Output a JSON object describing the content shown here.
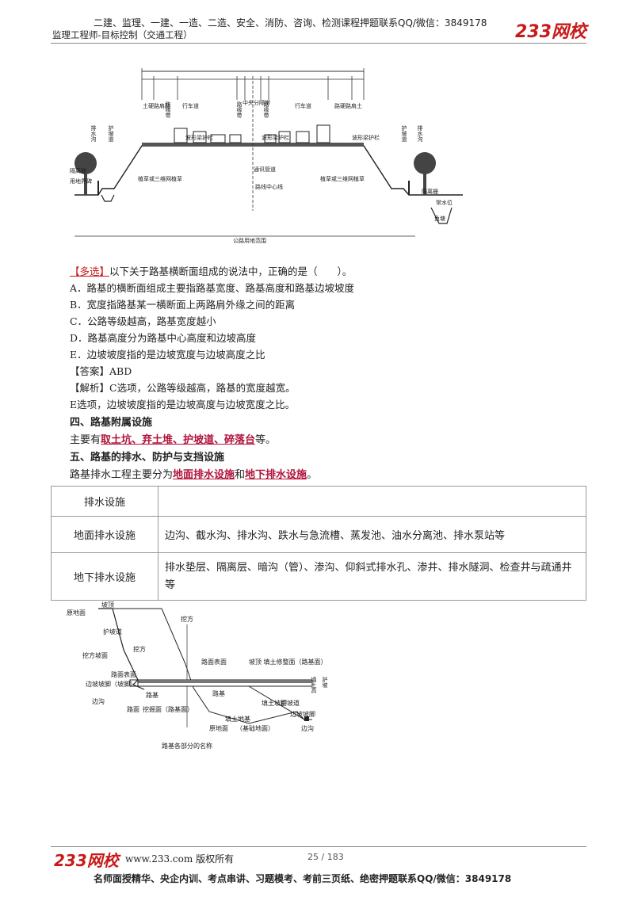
{
  "header": {
    "banner": "二建、监理、一建、一造、二造、安全、消防、咨询、检测课程押题联系QQ/微信：3849178",
    "subtitle": "监理工程师-目标控制（交通工程）",
    "logo": "233网校"
  },
  "figure1": {
    "labels": {
      "shoulder_l": "土硬路肩路",
      "edge_l": "路缘带",
      "lane_l": "行车道",
      "edge_ml": "路缘带",
      "median": "中央分隔带",
      "edge_mr": "路缘带",
      "lane_r": "行车道",
      "shoulder_r": "路硬路肩土",
      "ditch_l": "排水沟",
      "berm_l": "护坡道",
      "berm_r": "护坡道",
      "ditch_r": "排水沟",
      "guard_l": "波形梁护栏",
      "guard_m": "波形梁护栏",
      "guard_r": "波形梁护栏",
      "fence": "隔离栅",
      "land_pile": "用地界碑",
      "grass_l": "植草或三维网植草",
      "cable": "通讯管道",
      "centerline": "路线中心线",
      "grass_r": "植草或三维网植草",
      "fence_r": "隔离栅",
      "water": "常水位",
      "pond": "鱼塘",
      "range": "公路用地范围"
    }
  },
  "question": {
    "tag": "【多选】",
    "stem": "以下关于路基横断面组成的说法中，正确的是（　　）。",
    "options": [
      "A．路基的横断面组成主要指路基宽度、路基高度和路基边坡坡度",
      "B．宽度指路基某一横断面上两路肩外缘之间的距离",
      "C．公路等级越高，路基宽度越小",
      "D．路基高度分为路基中心高度和边坡高度",
      "E．边坡坡度指的是边坡宽度与边坡高度之比"
    ],
    "answer": "【答案】ABD",
    "analysis1": "【解析】C选项，公路等级越高，路基的宽度越宽。",
    "analysis2": "E选项，边坡坡度指的是边坡高度与边坡宽度之比。"
  },
  "section4": {
    "title": "四、路基附属设施",
    "pre": "主要有",
    "items": "取土坑、弃土堆、护坡道、碎落台",
    "post": "等。"
  },
  "section5": {
    "title": "五、路基的排水、防护与支挡设施",
    "pre": "路基排水工程主要分为",
    "a": "地面排水设施",
    "mid": "和",
    "b": "地下排水设施",
    "post": "。"
  },
  "table": {
    "header": [
      "排水设施",
      ""
    ],
    "rows": [
      [
        "地面排水设施",
        "边沟、截水沟、排水沟、跌水与急流槽、蒸发池、油水分离池、排水泵站等"
      ],
      [
        "地下排水设施",
        "排水垫层、隔离层、暗沟（管）、渗沟、仰斜式排水孔、渗井、排水隧洞、检查井与疏通井等"
      ]
    ]
  },
  "figure2": {
    "labels": {
      "top": "坡顶",
      "ground": "原地面",
      "berm": "护坡道",
      "cut": "挖方",
      "cut2": "挖方",
      "cut_slope": "挖方坡面",
      "road_surface": "路面表面",
      "toe": "边坡坡脚（坡脚）",
      "ditch": "边沟",
      "road": "路面",
      "subgrade": "路基",
      "excav_surface": "挖掘面（路基面）",
      "subgrade2": "路基",
      "fill_slope": "填土坡面",
      "slope_top": "坡顶 填土修整面（路基面）",
      "road_surface2": "路面表面",
      "fill_base": "填土地基",
      "orig_ground": "原地面",
      "base": "（基础地面）",
      "berm2": "护坡道",
      "toe2": "边坡坡脚",
      "ditch2": "边沟",
      "fill_h": "填土高",
      "wall": "护坡",
      "caption": "路基各部分的名称"
    }
  },
  "footer": {
    "logo": "233网校",
    "site": "www.233.com 版权所有",
    "page": "25 / 183",
    "bottom": "名师面授精华、央企内训、考点串讲、习题模考、考前三页纸、绝密押题联系QQ/微信：3849178"
  }
}
